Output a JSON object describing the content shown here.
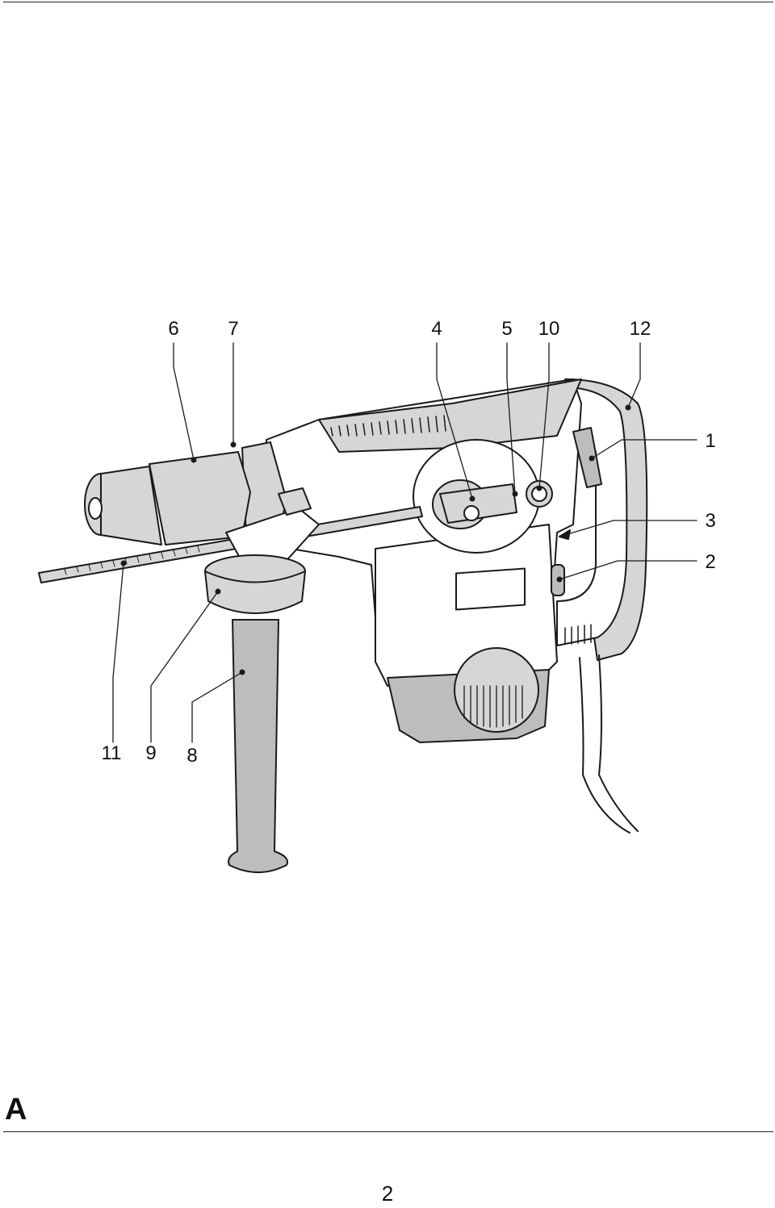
{
  "figure_letter": "A",
  "page_number": "2",
  "callouts": {
    "c6": "6",
    "c7": "7",
    "c4": "4",
    "c5": "5",
    "c10": "10",
    "c12": "12",
    "c1": "1",
    "c3": "3",
    "c2": "2",
    "c11": "11",
    "c9": "9",
    "c8": "8"
  },
  "colors": {
    "line": "#1a1a1a",
    "gray_light": "#d6d6d6",
    "gray_mid": "#bdbdbd",
    "white": "#ffffff"
  }
}
